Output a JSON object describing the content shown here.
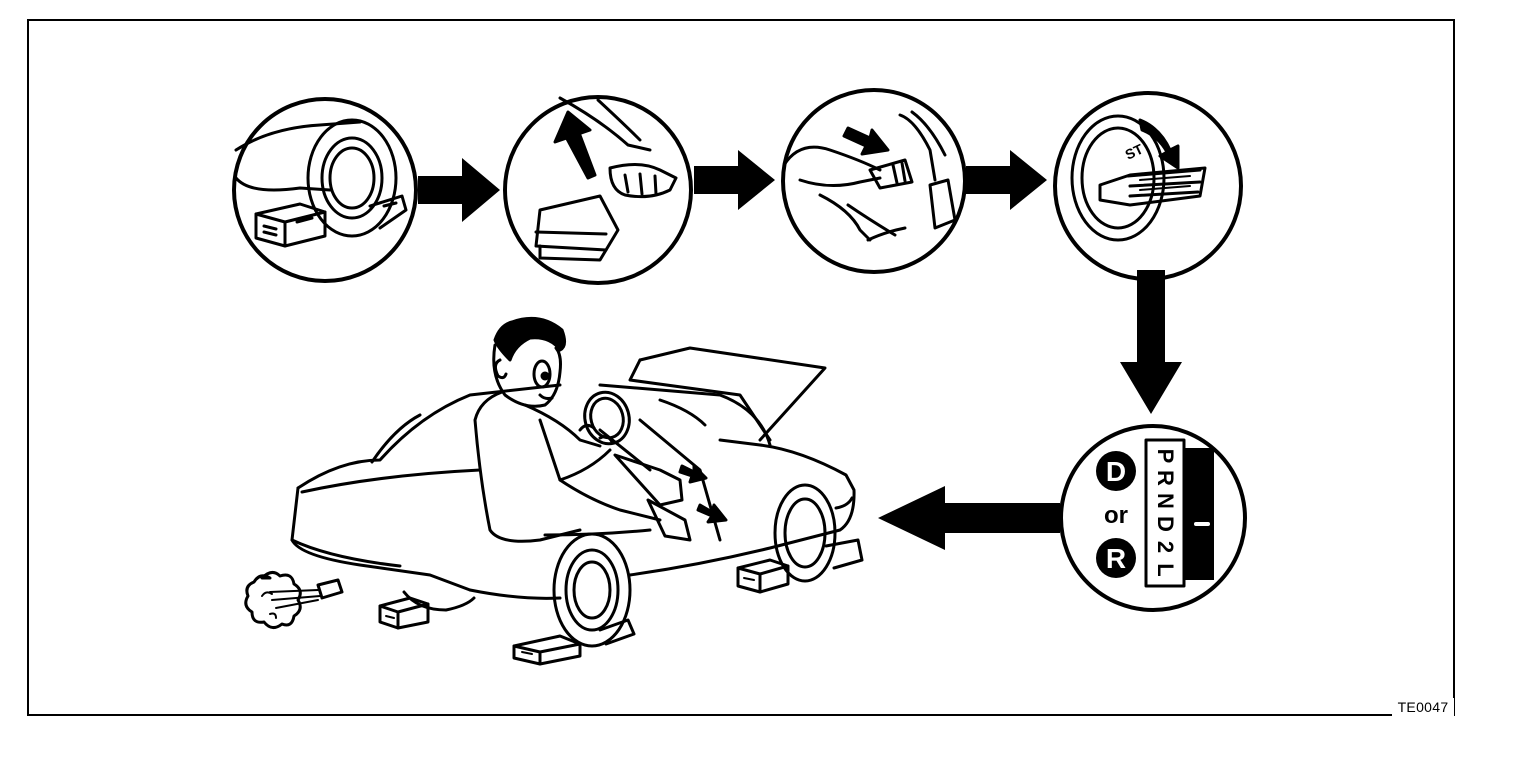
{
  "figure_code": "TE0047",
  "shift_panel": {
    "option_a": "D",
    "connector": "or",
    "option_b": "R",
    "gear_positions": [
      "P",
      "R",
      "N",
      "D",
      "2",
      "L"
    ]
  },
  "ignition_label": "ST",
  "colors": {
    "line": "#000000",
    "background": "#ffffff"
  }
}
